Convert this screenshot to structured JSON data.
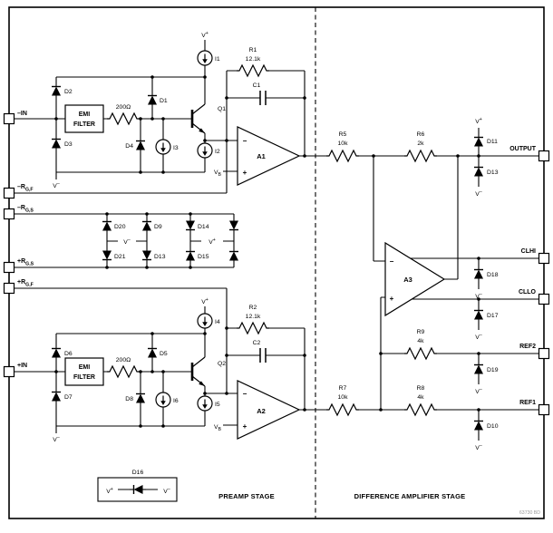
{
  "g": {
    "v": "V",
    "plus": "+",
    "minus": "–"
  },
  "pins": {
    "in_neg": "–IN",
    "rgf_neg": {
      "base": "–R",
      "sub": "G,F"
    },
    "rgs_neg": {
      "base": "–R",
      "sub": "G,S"
    },
    "rgs_pos": {
      "base": "+R",
      "sub": "G,S"
    },
    "rgf_pos": {
      "base": "+R",
      "sub": "G,F"
    },
    "in_pos": "+IN",
    "output": "OUTPUT",
    "clhi": "CLHI",
    "cllo": "CLLO",
    "ref2": "REF2",
    "ref1": "REF1"
  },
  "opamps": {
    "a1": "A1",
    "a2": "A2",
    "a3": "A3",
    "neg": "−",
    "pos": "+",
    "vb": {
      "base": "V",
      "sub": "B"
    }
  },
  "transistors": {
    "q1": "Q1",
    "q2": "Q2"
  },
  "sources": {
    "i1": "I1",
    "i2": "I2",
    "i3": "I3",
    "i4": "I4",
    "i5": "I5",
    "i6": "I6"
  },
  "resistors": {
    "r1": {
      "name": "R1",
      "value": "12.1k"
    },
    "r2": {
      "name": "R2",
      "value": "12.1k"
    },
    "r5": {
      "name": "R5",
      "value": "10k"
    },
    "r6": {
      "name": "R6",
      "value": "2k"
    },
    "r7": {
      "name": "R7",
      "value": "10k"
    },
    "r8": {
      "name": "R8",
      "value": "4k"
    },
    "r9": {
      "name": "R9",
      "value": "4k"
    },
    "r200_top": "200Ω",
    "r200_bot": "200Ω"
  },
  "capacitors": {
    "c1": "C1",
    "c2": "C2"
  },
  "diodes": {
    "d1": "D1",
    "d2": "D2",
    "d3": "D3",
    "d4": "D4",
    "d5": "D5",
    "d6": "D6",
    "d7": "D7",
    "d8": "D8",
    "d9": "D9",
    "d10": "D10",
    "d11": "D11",
    "d13": "D13",
    "d13r": "D13",
    "d14": "D14",
    "d15": "D15",
    "d16": "D16",
    "d17": "D17",
    "d18": "D18",
    "d19": "D19",
    "d20": "D20",
    "d21": "D21"
  },
  "emi": {
    "line1": "EMI",
    "line2": "FILTER"
  },
  "stages": {
    "preamp": "PREAMP STAGE",
    "diff": "DIFFERENCE AMPLIFIER STAGE"
  },
  "fig_code": "63730 BD"
}
